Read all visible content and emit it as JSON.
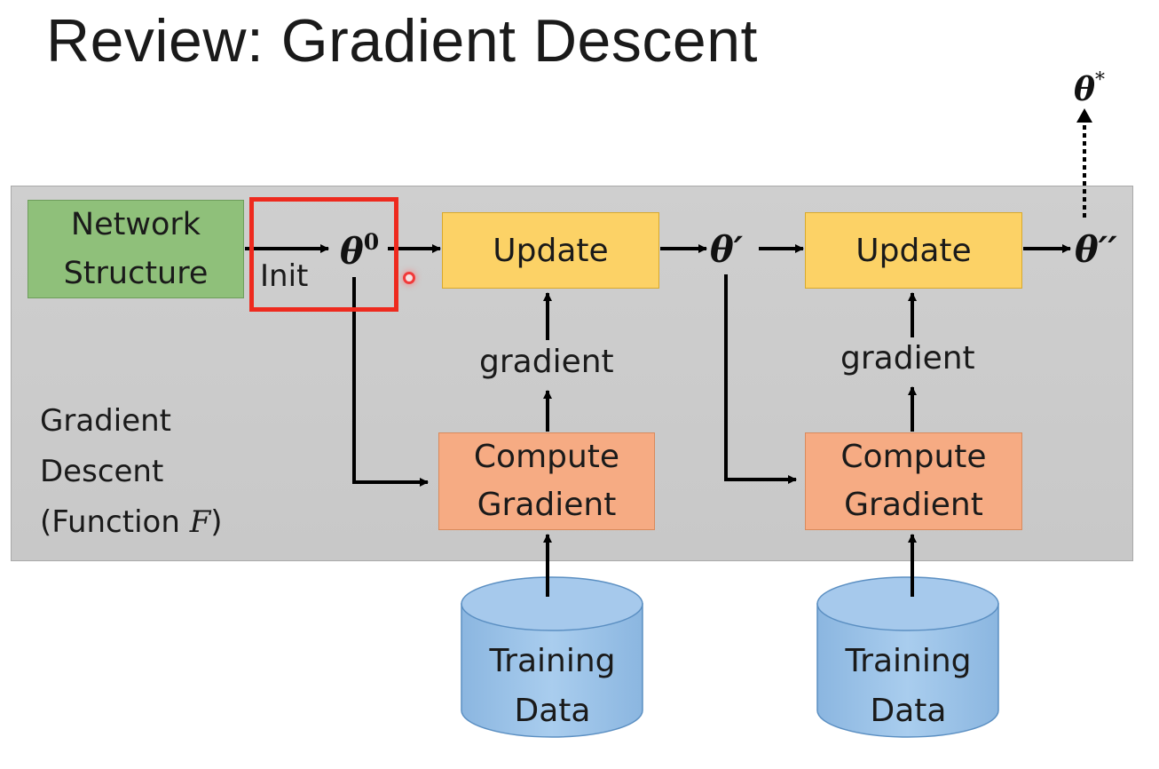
{
  "slide": {
    "title": "Review: Gradient Descent"
  },
  "diagram": {
    "network_structure": {
      "line1": "Network",
      "line2": "Structure"
    },
    "init_label": "Init",
    "theta0": {
      "base": "θ",
      "sup": "0"
    },
    "theta_prime": "θ′",
    "theta_double_prime": "θ′′",
    "theta_star": {
      "base": "θ",
      "sup": "*"
    },
    "update_1": "Update",
    "update_2": "Update",
    "gradient_1": "gradient",
    "gradient_2": "gradient",
    "compute_gradient_1": {
      "line1": "Compute",
      "line2": "Gradient"
    },
    "compute_gradient_2": {
      "line1": "Compute",
      "line2": "Gradient"
    },
    "training_data_1": {
      "line1": "Training",
      "line2": "Data"
    },
    "training_data_2": {
      "line1": "Training",
      "line2": "Data"
    },
    "function_label": {
      "line1": "Gradient",
      "line2": "Descent",
      "line3_prefix": "(Function ",
      "line3_var": "F",
      "line3_suffix": ")"
    }
  },
  "colors": {
    "panel": "#cccccc",
    "network_box": "#8fc07a",
    "update_box": "#fcd266",
    "compute_box": "#f6ab83",
    "cylinder": "#9dc3e6",
    "highlight": "#ee2a1e"
  }
}
